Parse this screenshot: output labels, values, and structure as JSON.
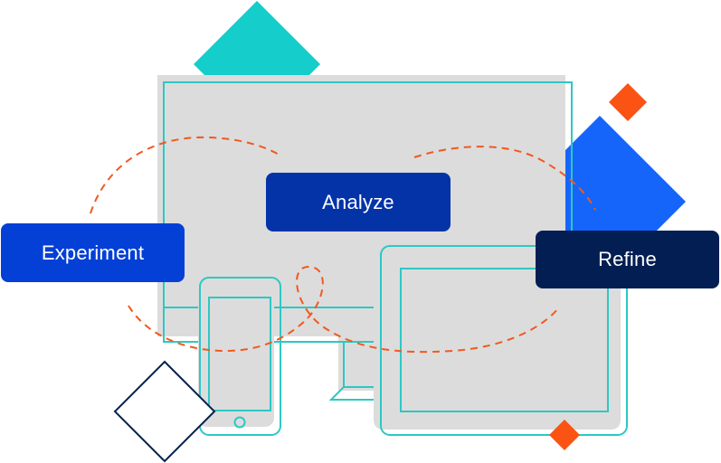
{
  "steps": [
    {
      "label": "Experiment"
    },
    {
      "label": "Analyze"
    },
    {
      "label": "Refine"
    }
  ],
  "colors": {
    "experiment": "#0440d6",
    "analyze": "#0433a8",
    "refine": "#031e52",
    "teal": "#15cdcb",
    "blue": "#1565fb",
    "orange": "#fa5314",
    "navy": "#06214f",
    "gray": "#dcdcdc",
    "line": "#2dc8c4"
  }
}
